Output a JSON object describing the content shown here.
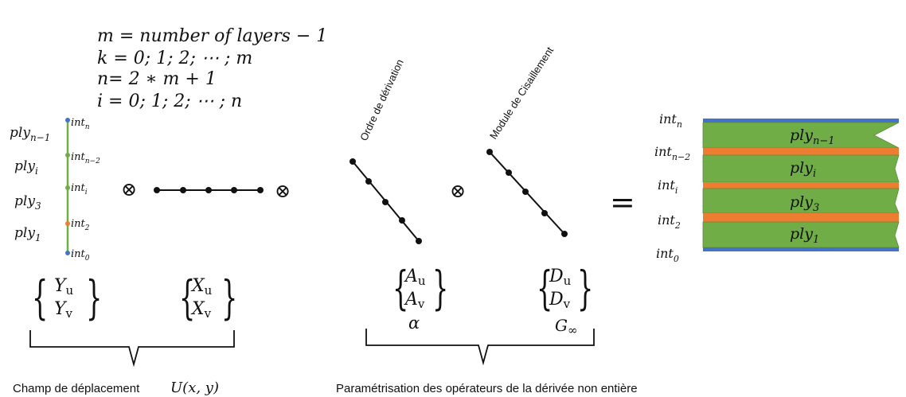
{
  "equations": {
    "m_def": "m = number of layers − 1",
    "k_range": "k = 0; 1; 2; ⋯ ; m",
    "n_def": "n= 2 ∗ m + 1",
    "i_range": "i = 0; 1; 2; ⋯ ; n"
  },
  "ply_labels": [
    {
      "base": "ply",
      "sub": "n−1"
    },
    {
      "base": "ply",
      "sub": "i"
    },
    {
      "base": "ply",
      "sub": "3"
    },
    {
      "base": "ply",
      "sub": "1"
    }
  ],
  "int_labels": [
    {
      "base": "int",
      "sub": "n"
    },
    {
      "base": "int",
      "sub": "n−2"
    },
    {
      "base": "int",
      "sub": "i"
    },
    {
      "base": "int",
      "sub": "2"
    },
    {
      "base": "int",
      "sub": "0"
    }
  ],
  "operators": {
    "tensor": "⊗",
    "equals": "="
  },
  "vectors": {
    "Y": [
      "Y",
      "u",
      "Y",
      "v"
    ],
    "X": [
      "X",
      "u",
      "X",
      "v"
    ],
    "A": [
      "A",
      "u",
      "A",
      "v"
    ],
    "D": [
      "D",
      "u",
      "D",
      "v"
    ]
  },
  "param_labels": {
    "alpha": "α",
    "g_base": "G",
    "g_sub": "∞"
  },
  "rotated_labels": {
    "derivation_order": "Ordre de dérivation",
    "shear_modulus": "Module de Cisaillement"
  },
  "captions": {
    "displacement": "Champ de déplacement",
    "displacement_math": "U(x, y)",
    "parametrisation": "Paramétrisation des opérateurs de la dérivée non entière"
  },
  "colors": {
    "ply_green": "#70ad47",
    "interface_orange": "#ed7d31",
    "outer_blue": "#4472c4",
    "ink": "#111111"
  }
}
